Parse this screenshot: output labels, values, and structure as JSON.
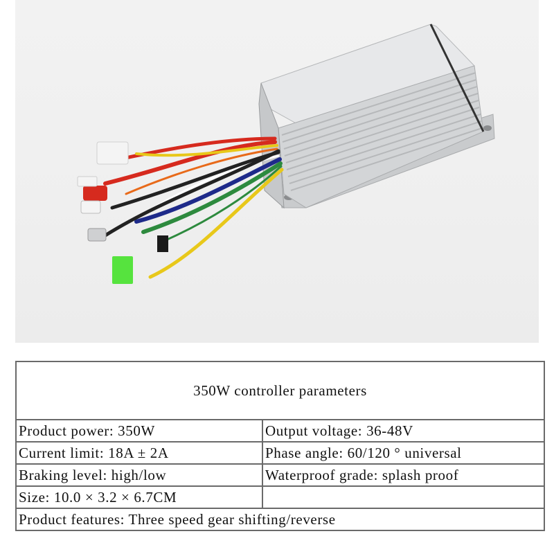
{
  "product_photo": {
    "subject": "brushless e-bike motor controller with wire harness",
    "case_color": "#d8dadc",
    "background_color": "#efefef",
    "wire_colors": [
      "#d62a1e",
      "#1e2a8a",
      "#2d8a3e",
      "#e8c81a",
      "#222222",
      "#e86a1a",
      "#ffffff"
    ],
    "connector_colors": [
      "#f4f4f4",
      "#d62a1e",
      "#3be01e",
      "#1a1a1a"
    ]
  },
  "spec_table": {
    "title": "350W controller parameters",
    "rows": [
      {
        "left": "Product power: 350W",
        "right": "Output voltage: 36-48V"
      },
      {
        "left": "Current limit: 18A ± 2A",
        "right": "Phase angle: 60/120 °  universal"
      },
      {
        "left": "Braking level: high/low",
        "right": "Waterproof grade: splash proof"
      },
      {
        "left": "Size: 10.0 × 3.2 × 6.7CM",
        "right": ""
      }
    ],
    "footer": "Product features: Three speed gear shifting/reverse"
  }
}
